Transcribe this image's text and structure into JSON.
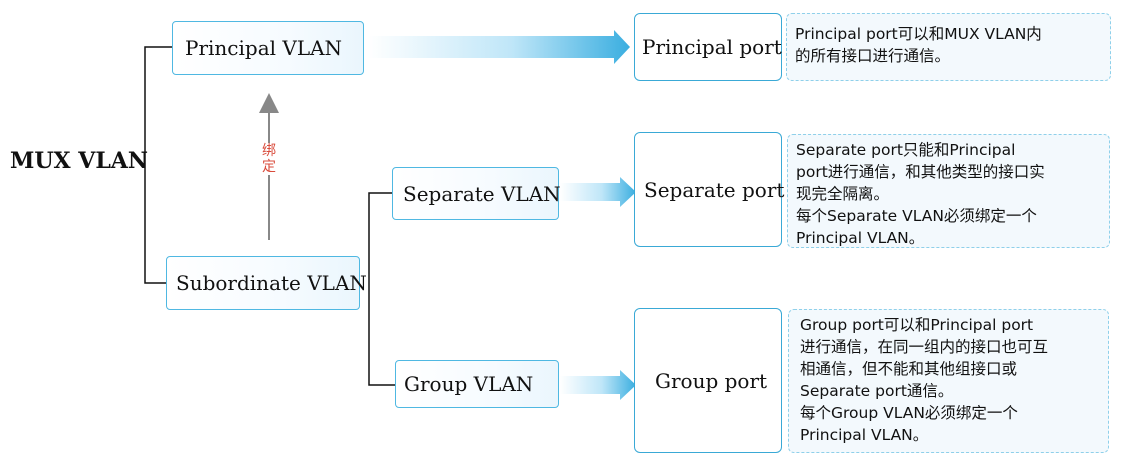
{
  "root": {
    "title": "MUX VLAN"
  },
  "bind_label": "绑定",
  "vlans": {
    "principal": "Principal VLAN",
    "subordinate": "Subordinate VLAN",
    "separate": "Separate VLAN",
    "group": "Group VLAN"
  },
  "ports": {
    "principal": "Principal port",
    "separate": "Separate port",
    "group": "Group port"
  },
  "notes": {
    "principal": [
      "Principal port可以和MUX VLAN内",
      "的所有接口进行通信。"
    ],
    "separate": [
      "Separate port只能和Principal",
      "port进行通信，和其他类型的接口实",
      "现完全隔离。",
      "每个Separate VLAN必须绑定一个",
      "Principal VLAN。"
    ],
    "group": [
      "Group port可以和Principal port",
      "进行通信，在同一组内的接口也可互",
      "相通信，但不能和其他组接口或",
      "Separate port通信。",
      "每个Group VLAN必须绑定一个",
      "Principal VLAN。"
    ]
  },
  "colors": {
    "box_border": "#3fb1dc",
    "arrow": "#3aaee0",
    "note_border": "#8fd0ea",
    "note_bg": "#f3f9fd",
    "bind_text": "#d94b3b"
  }
}
